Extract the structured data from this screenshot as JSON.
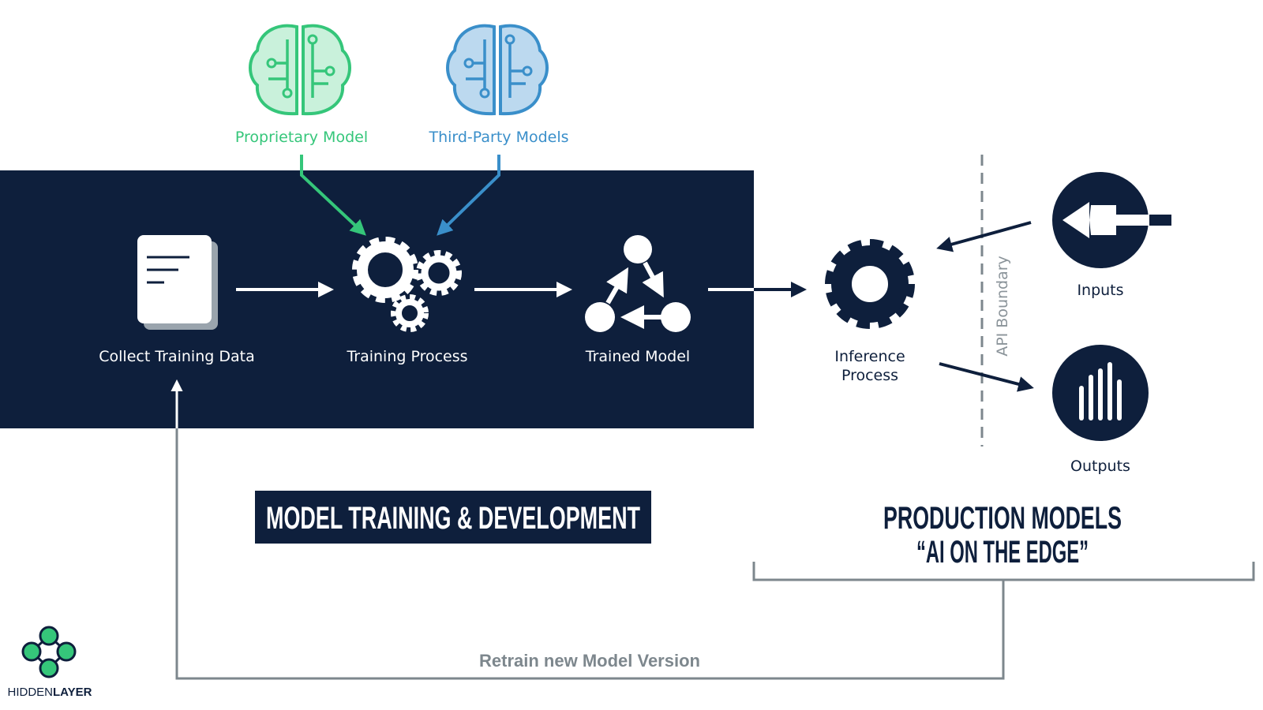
{
  "models": {
    "proprietary": "Proprietary Model",
    "third_party": "Third-Party Models"
  },
  "training": {
    "collect": "Collect Training Data",
    "process": "Training Process",
    "trained": "Trained Model"
  },
  "production": {
    "inference_line1": "Inference",
    "inference_line2": "Process",
    "inputs": "Inputs",
    "outputs": "Outputs",
    "api_boundary": "API Boundary"
  },
  "headings": {
    "training_dev": "MODEL TRAINING & DEVELOPMENT",
    "production_line1": "PRODUCTION MODELS",
    "production_line2": "“AI ON THE EDGE”"
  },
  "feedback": {
    "retrain": "Retrain new Model Version"
  },
  "logo": {
    "part1": "HIDDEN",
    "part2": "LAYER"
  },
  "colors": {
    "navy": "#0e1f3c",
    "green": "#35c67a",
    "blue": "#3a8fca",
    "gray_line": "#7d878d",
    "white": "#ffffff"
  },
  "icons": {
    "proprietary": "brain-circuit-icon",
    "third_party": "brain-circuit-icon",
    "collect": "document-stack-icon",
    "training": "gears-icon",
    "trained_model": "triangle-nodes-icon",
    "inference": "gear-icon",
    "inputs": "arrow-left-circle-icon",
    "outputs": "bars-circle-icon",
    "logo": "hiddenlayer-logo-icon"
  }
}
